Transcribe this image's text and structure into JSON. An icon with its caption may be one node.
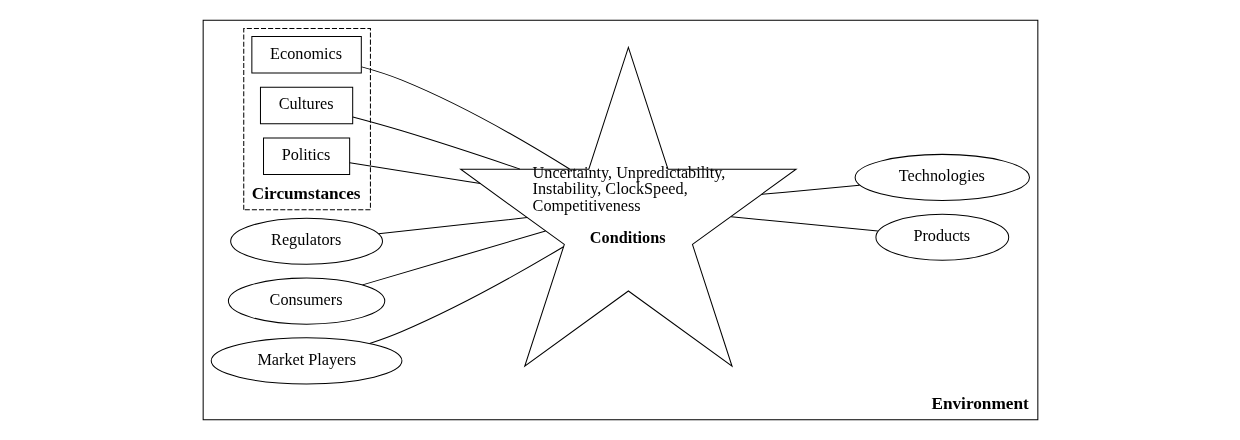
{
  "diagram": {
    "nodes": [
      {
        "text": [
          "Environment"
        ]
      },
      {
        "text": [
          "Circumstances"
        ],
        "in": 0
      },
      {
        "text": [
          "Economics"
        ],
        "in": 1
      },
      {
        "text": [
          "Cultures"
        ],
        "in": 1
      },
      {
        "text": [
          "Politics"
        ],
        "in": 1
      },
      {
        "text": [
          "Regulators"
        ],
        "in": 0
      },
      {
        "text": [
          "Uncertainty, Unpredictability, Instability, ClockSpeed, Competitiveness",
          "Conditions"
        ],
        "in": 0
      },
      {
        "text": [
          "Products"
        ],
        "in": 0
      },
      {
        "text": [
          "Consumers"
        ],
        "in": 0
      },
      {
        "text": [
          "Technologies"
        ],
        "in": 0
      },
      {
        "text": [
          "Market Players"
        ],
        "in": 0
      }
    ],
    "edges": [
      {
        "from": 2,
        "to": 6,
        "arrow": "none"
      },
      {
        "from": 3,
        "to": 6,
        "arrow": "none"
      },
      {
        "from": 4,
        "to": 6,
        "arrow": "none"
      },
      {
        "from": 5,
        "to": 6,
        "arrow": "none"
      },
      {
        "from": 7,
        "to": 6,
        "arrow": "none"
      },
      {
        "from": 8,
        "to": 6,
        "arrow": "none"
      },
      {
        "from": 9,
        "to": 6,
        "arrow": "none"
      },
      {
        "from": 10,
        "to": 6,
        "arrow": "none"
      }
    ]
  }
}
